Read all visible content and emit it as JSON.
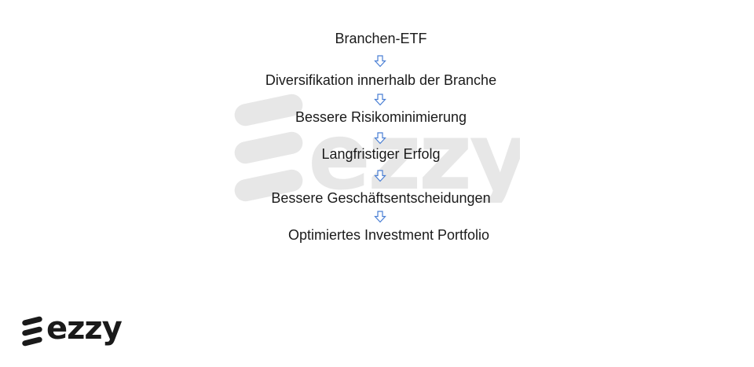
{
  "steps": [
    "Branchen-ETF",
    "Diversifikation innerhalb der Branche",
    "Bessere Risikominimierung",
    "Langfristiger Erfolg",
    "Bessere Geschäftsentscheidungen",
    "Optimiertes Investment Portfolio"
  ],
  "arrow_icon": "down-arrow-outline-icon",
  "colors": {
    "text": "#1a1a1a",
    "arrow": "#4a7fd4",
    "watermark": "#000000"
  },
  "watermark": {
    "text": "ezzy"
  },
  "logo": {
    "text": "ezzy"
  }
}
